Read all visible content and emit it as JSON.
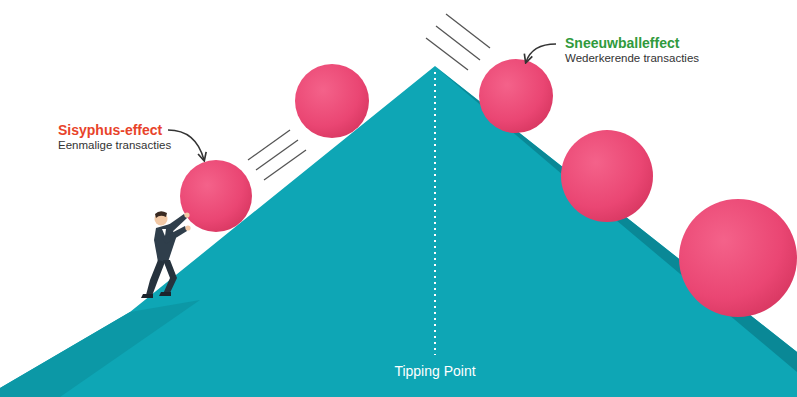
{
  "diagram": {
    "labels": [
      "Sisyphus-effect",
      "Eenmalige transacties",
      "Sneeuwballeffect",
      "Wederkerende transacties",
      "Tipping Point"
    ]
  }
}
